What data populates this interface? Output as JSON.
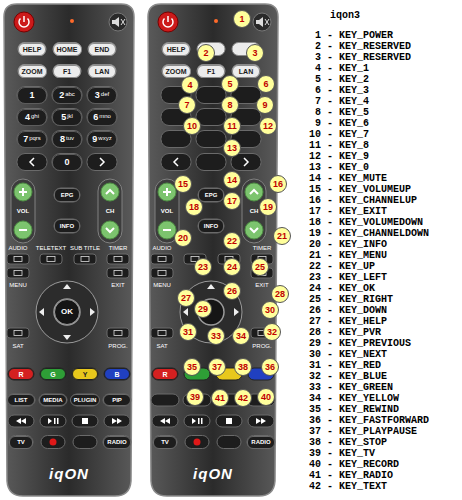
{
  "diagram": {
    "title": "iqon3",
    "nodes": [
      {
        "text": [
          "iqON"
        ]
      },
      {
        "text": [
          "HELP"
        ],
        "in": 0
      },
      {
        "text": [
          "HOME"
        ],
        "in": 0
      },
      {
        "text": [
          "END"
        ],
        "in": 0
      },
      {
        "text": [
          "ZOOM"
        ],
        "in": 0
      },
      {
        "text": [
          "F1"
        ],
        "in": 0
      },
      {
        "text": [
          "LAN"
        ],
        "in": 0
      },
      {
        "text": [
          "1"
        ],
        "in": 0
      },
      {
        "text": [
          "2",
          "abc"
        ],
        "in": 0
      },
      {
        "text": [
          "3",
          "def"
        ],
        "in": 0
      },
      {
        "text": [
          "4",
          "ghi"
        ],
        "in": 0
      },
      {
        "text": [
          "5",
          "jkl"
        ],
        "in": 0
      },
      {
        "text": [
          "6",
          "mno"
        ],
        "in": 0
      },
      {
        "text": [
          "7",
          "pqrs"
        ],
        "in": 0
      },
      {
        "text": [
          "8",
          "tuv"
        ],
        "in": 0
      },
      {
        "text": [
          "9",
          "wxyz"
        ],
        "in": 0
      },
      {
        "text": [
          "0"
        ],
        "in": 0
      },
      {
        "text": [
          "VOL"
        ],
        "in": 0
      },
      {
        "text": [
          "EPG"
        ],
        "in": 0
      },
      {
        "text": [
          "CH"
        ],
        "in": 0
      },
      {
        "text": [
          "INFO"
        ],
        "in": 0
      },
      {
        "text": [
          "AUDIO"
        ],
        "in": 0
      },
      {
        "text": [
          "TELETEXT"
        ],
        "in": 0
      },
      {
        "text": [
          "SUB TITLE"
        ],
        "in": 0
      },
      {
        "text": [
          "TIMER"
        ],
        "in": 0
      },
      {
        "text": [
          "MENU"
        ],
        "in": 0
      },
      {
        "text": [
          "EXIT"
        ],
        "in": 0
      },
      {
        "text": [
          "OK"
        ],
        "in": 0
      },
      {
        "text": [
          "SAT"
        ],
        "in": 0
      },
      {
        "text": [
          "PROG."
        ],
        "in": 0
      },
      {
        "text": [
          "R"
        ],
        "in": 0
      },
      {
        "text": [
          "G"
        ],
        "in": 0
      },
      {
        "text": [
          "Y"
        ],
        "in": 0
      },
      {
        "text": [
          "B"
        ],
        "in": 0
      },
      {
        "text": [
          "LIST"
        ],
        "in": 0
      },
      {
        "text": [
          "MEDIA"
        ],
        "in": 0
      },
      {
        "text": [
          "PLUGIN"
        ],
        "in": 0
      },
      {
        "text": [
          "PIP"
        ],
        "in": 0
      },
      {
        "text": [
          "TV"
        ],
        "in": 0
      },
      {
        "text": [
          "RADIO"
        ],
        "in": 0
      },
      {
        "text": [
          "iqON"
        ]
      },
      {
        "text": [
          "HELP"
        ],
        "in": 40
      },
      {
        "text": [
          "ZOOM"
        ],
        "in": 40
      },
      {
        "text": [
          "F1"
        ],
        "in": 40
      },
      {
        "text": [
          "LAN"
        ],
        "in": 40
      },
      {
        "text": [
          "VOL"
        ],
        "in": 40
      },
      {
        "text": [
          "EPG"
        ],
        "in": 40
      },
      {
        "text": [
          "CH"
        ],
        "in": 40
      },
      {
        "text": [
          "INFO"
        ],
        "in": 40
      },
      {
        "text": [
          "AUDIO"
        ],
        "in": 40
      },
      {
        "text": [
          "TIMER"
        ],
        "in": 40
      },
      {
        "text": [
          "MENU"
        ],
        "in": 40
      },
      {
        "text": [
          "EXIT"
        ],
        "in": 40
      },
      {
        "text": [
          "SAT"
        ],
        "in": 40
      },
      {
        "text": [
          "PROG."
        ],
        "in": 40
      },
      {
        "text": [
          "R"
        ],
        "in": 40
      },
      {
        "text": [
          "TV"
        ],
        "in": 40
      },
      {
        "text": [
          "RADIO"
        ],
        "in": 40
      },
      {
        "text": [
          "1"
        ],
        "in": 40
      },
      {
        "text": [
          "2"
        ],
        "in": 40
      },
      {
        "text": [
          "3"
        ],
        "in": 40
      },
      {
        "text": [
          "4"
        ],
        "in": 40
      },
      {
        "text": [
          "5"
        ],
        "in": 40
      },
      {
        "text": [
          "6"
        ],
        "in": 40
      },
      {
        "text": [
          "7"
        ],
        "in": 40
      },
      {
        "text": [
          "8"
        ],
        "in": 40
      },
      {
        "text": [
          "9"
        ],
        "in": 40
      },
      {
        "text": [
          "10"
        ],
        "in": 40
      },
      {
        "text": [
          "11"
        ],
        "in": 40
      },
      {
        "text": [
          "12"
        ],
        "in": 40
      },
      {
        "text": [
          "13"
        ],
        "in": 40
      },
      {
        "text": [
          "14"
        ],
        "in": 40
      },
      {
        "text": [
          "15"
        ],
        "in": 40
      },
      {
        "text": [
          "16"
        ],
        "in": 40
      },
      {
        "text": [
          "17"
        ],
        "in": 40
      },
      {
        "text": [
          "18"
        ],
        "in": 40
      },
      {
        "text": [
          "19"
        ],
        "in": 40
      },
      {
        "text": [
          "20"
        ],
        "in": 40
      },
      {
        "text": [
          "21"
        ],
        "in": 40
      },
      {
        "text": [
          "22"
        ],
        "in": 40
      },
      {
        "text": [
          "23"
        ],
        "in": 40
      },
      {
        "text": [
          "24"
        ],
        "in": 40
      },
      {
        "text": [
          "25"
        ],
        "in": 40
      },
      {
        "text": [
          "26"
        ],
        "in": 40
      },
      {
        "text": [
          "27"
        ],
        "in": 40
      },
      {
        "text": [
          "28"
        ],
        "in": 40
      },
      {
        "text": [
          "29"
        ],
        "in": 40
      },
      {
        "text": [
          "30"
        ],
        "in": 40
      },
      {
        "text": [
          "31"
        ],
        "in": 40
      },
      {
        "text": [
          "32"
        ],
        "in": 40
      },
      {
        "text": [
          "33"
        ],
        "in": 40
      },
      {
        "text": [
          "34"
        ],
        "in": 40
      },
      {
        "text": [
          "35"
        ],
        "in": 40
      },
      {
        "text": [
          "36"
        ],
        "in": 40
      },
      {
        "text": [
          "37"
        ],
        "in": 40
      },
      {
        "text": [
          "38"
        ],
        "in": 40
      },
      {
        "text": [
          "39"
        ],
        "in": 40
      },
      {
        "text": [
          "40"
        ],
        "in": 40
      },
      {
        "text": [
          "41"
        ],
        "in": 40
      },
      {
        "text": [
          "42"
        ],
        "in": 40
      }
    ],
    "labels": [
      "1 - KEY_POWER",
      "2 - KEY_RESERVED",
      "3 - KEY_RESERVED",
      "4 - KEY_1",
      "5 - KEY_2",
      "6 - KEY_3",
      "7 - KEY_4",
      "8 - KEY_5",
      "9 - KEY_6",
      "10 - KEY_7",
      "11 - KEY_8",
      "12 - KEY_9",
      "13 - KEY_0",
      "14 - KEY_MUTE",
      "15 - KEY_VOLUMEUP",
      "16 - KEY_CHANNELUP",
      "17 - KEY_EXIT",
      "18 - KEY_VOLUMEDOWN",
      "19 - KEY_CHANNELDOWN",
      "20 - KEY_INFO",
      "21 - KEY_MENU",
      "22 - KEY_UP",
      "23 - KEY_LEFT",
      "24 - KEY_OK",
      "25 - KEY_RIGHT",
      "26 - KEY_DOWN",
      "27 - KEY_HELP",
      "28 - KEY_PVR",
      "29 - KEY_PREVIOUS",
      "30 - KEY_NEXT",
      "31 - KEY_RED",
      "32 - KEY_BLUE",
      "33 - KEY_GREEN",
      "34 - KEY_YELLOW",
      "35 - KEY_REWIND",
      "36 - KEY_FASTFORWARD",
      "37 - KEY_PLAYPAUSE",
      "38 - KEY_STOP",
      "39 - KEY_TV",
      "40 - KEY_RECORD",
      "41 - KEY_RADIO",
      "42 - KEY_TEXT"
    ]
  }
}
